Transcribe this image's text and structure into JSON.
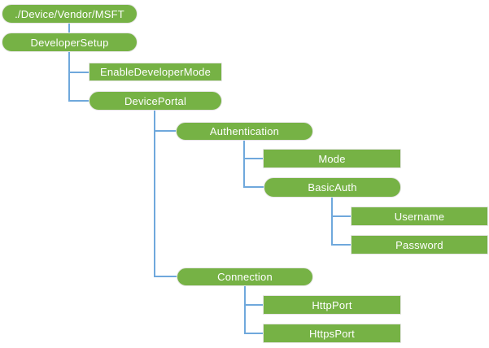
{
  "diagram": {
    "description": "Configuration service provider tree diagram",
    "colors": {
      "node_fill": "#76B245",
      "node_border": "#E7E6E6",
      "node_text": "#FFFFFF",
      "connector": "#6FA8DC",
      "background": "#FFFFFF"
    },
    "nodes": [
      {
        "label": "./Device/Vendor/MSFT",
        "shape": "pill",
        "level": 0
      },
      {
        "label": "DeveloperSetup",
        "shape": "pill",
        "level": 0
      },
      {
        "label": "EnableDeveloperMode",
        "shape": "rect",
        "level": 1
      },
      {
        "label": "DevicePortal",
        "shape": "pill",
        "level": 1
      },
      {
        "label": "Authentication",
        "shape": "pill",
        "level": 2
      },
      {
        "label": "Mode",
        "shape": "rect",
        "level": 3
      },
      {
        "label": "BasicAuth",
        "shape": "pill",
        "level": 3
      },
      {
        "label": "Username",
        "shape": "rect",
        "level": 4
      },
      {
        "label": "Password",
        "shape": "rect",
        "level": 4
      },
      {
        "label": "Connection",
        "shape": "pill",
        "level": 2
      },
      {
        "label": "HttpPort",
        "shape": "rect",
        "level": 3
      },
      {
        "label": "HttpsPort",
        "shape": "rect",
        "level": 3
      }
    ]
  }
}
